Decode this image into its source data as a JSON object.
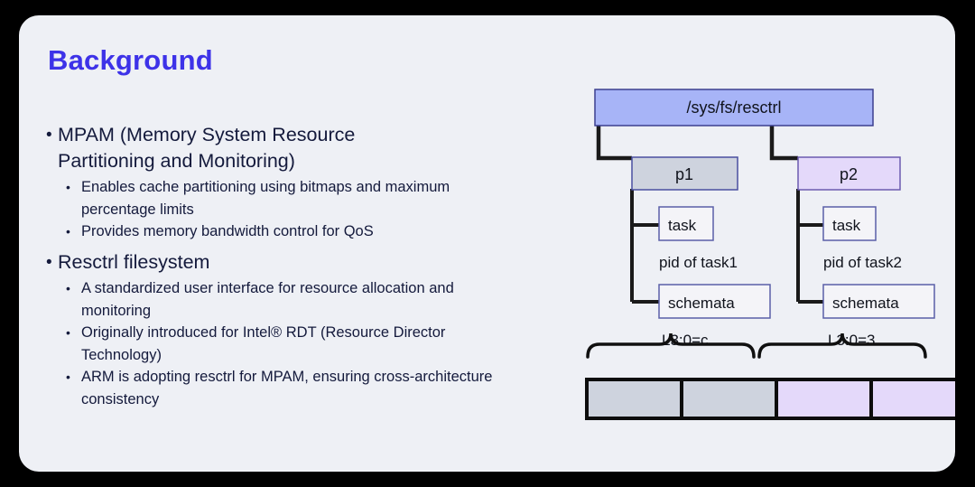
{
  "slide": {
    "title": "Background",
    "title_color": "#3d32e8",
    "card_bg": "#eef0f5",
    "page_bg": "#000000",
    "text_color": "#141a3c"
  },
  "bullets": [
    {
      "level": 1,
      "marker": "•",
      "text": "MPAM (Memory System Resource Partitioning and Monitoring)",
      "children": [
        {
          "level": 2,
          "marker": "•",
          "text": "Enables cache partitioning using bitmaps and maximum percentage limits"
        },
        {
          "level": 2,
          "marker": "•",
          "text": "Provides memory bandwidth control for QoS"
        }
      ]
    },
    {
      "level": 1,
      "marker": "•",
      "text": "Resctrl filesystem",
      "children": [
        {
          "level": 2,
          "marker": "•",
          "text": "A standardized user interface for resource allocation and monitoring"
        },
        {
          "level": 2,
          "marker": "•",
          "text": "Originally introduced for Intel® RDT (Resource Director Technology)"
        },
        {
          "level": 2,
          "marker": "•",
          "text": "ARM is adopting resctrl for MPAM, ensuring cross-architecture consistency"
        }
      ]
    }
  ],
  "diagram": {
    "root": {
      "label": "/sys/fs/resctrl",
      "fill": "#a7b4f7",
      "stroke": "#3b3f8f"
    },
    "groups": [
      {
        "name": "p1",
        "label": "p1",
        "fill": "#ced3de",
        "stroke": "#4a4fa0",
        "task_label": "task",
        "task_caption": "pid of task1",
        "schemata_label": "schemata",
        "schemata_caption": "L3:0=c"
      },
      {
        "name": "p2",
        "label": "p2",
        "fill": "#e4d9fa",
        "stroke": "#6b5bb0",
        "task_label": "task",
        "task_caption": "pid of task2",
        "schemata_label": "schemata",
        "schemata_caption": "L3:0=3"
      }
    ],
    "leaf_fill": "#f4f4f8",
    "leaf_stroke": "#5a5fa8",
    "bitmap": {
      "cells": [
        {
          "owner": "p1",
          "fill": "#ced3de"
        },
        {
          "owner": "p1",
          "fill": "#ced3de"
        },
        {
          "owner": "p2",
          "fill": "#e4d9fa"
        },
        {
          "owner": "p2",
          "fill": "#e4d9fa"
        }
      ],
      "stroke": "#0d0d0d"
    },
    "line_color": "#1a1a1a"
  }
}
